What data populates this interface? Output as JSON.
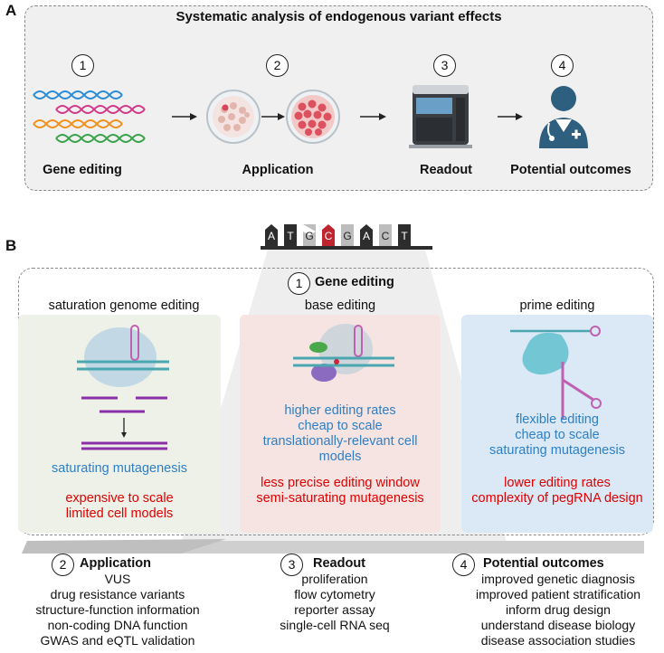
{
  "panel_a": {
    "letter": "A",
    "title": "Systematic analysis of endogenous variant effects",
    "steps": [
      {
        "number": "1",
        "label": "Gene editing"
      },
      {
        "number": "2",
        "label": "Application"
      },
      {
        "number": "3",
        "label": "Readout"
      },
      {
        "number": "4",
        "label": "Potential outcomes"
      }
    ]
  },
  "sequence": [
    "A",
    "T",
    "G",
    "C",
    "G",
    "A",
    "C",
    "T"
  ],
  "panel_b": {
    "letter": "B",
    "gene_editing": {
      "number": "1",
      "label": "Gene editing"
    },
    "methods": [
      {
        "title": "saturation genome editing",
        "pros": [
          "saturating mutagenesis"
        ],
        "cons": [
          "expensive to scale",
          "limited cell models"
        ]
      },
      {
        "title": "base editing",
        "pros": [
          "higher editing rates",
          "cheap to scale",
          "translationally-relevant cell",
          "models"
        ],
        "cons": [
          "less precise editing window",
          "semi-saturating mutagenesis"
        ]
      },
      {
        "title": "prime editing",
        "pros": [
          "flexible editing",
          "cheap to scale",
          "saturating mutagenesis"
        ],
        "cons": [
          "lower editing rates",
          "complexity of pegRNA design"
        ]
      }
    ],
    "application": {
      "number": "2",
      "label": "Application",
      "items": [
        "VUS",
        "drug resistance variants",
        "structure-function information",
        "non-coding DNA function",
        "GWAS and eQTL validation"
      ]
    },
    "readout": {
      "number": "3",
      "label": "Readout",
      "items": [
        "proliferation",
        "flow cytometry",
        "reporter assay",
        "single-cell RNA seq"
      ]
    },
    "outcomes": {
      "number": "4",
      "label": "Potential outcomes",
      "items": [
        "improved genetic diagnosis",
        "improved patient stratification",
        "inform drug design",
        "understand disease biology",
        "disease association studies"
      ]
    }
  }
}
